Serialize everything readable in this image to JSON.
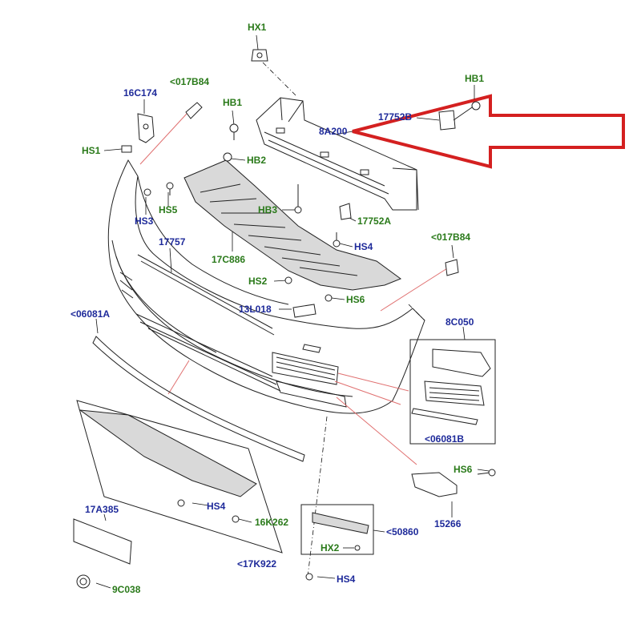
{
  "labels": {
    "hx1": "HX1",
    "hb1_right": "HB1",
    "p_16c174": "16C174",
    "p_017b84_top": "<017B84",
    "hb1_left": "HB1",
    "p_17752b": "17752B",
    "p_8a200": "8A200",
    "hs1": "HS1",
    "hb2": "HB2",
    "hs5": "HS5",
    "hs3": "HS3",
    "hb3": "HB3",
    "p_17752a": "17752A",
    "hs4_mid": "HS4",
    "p_017b84_right": "<017B84",
    "p_17757": "17757",
    "p_17c886": "17C886",
    "hs2": "HS2",
    "hs6_mid": "HS6",
    "p_13l018": "13L018",
    "p_06081a": "<06081A",
    "p_8c050": "8C050",
    "p_06081b": "<06081B",
    "hs6_right": "HS6",
    "p_15266": "15266",
    "p_17a385": "17A385",
    "hs4_low": "HS4",
    "p_16k262": "16K262",
    "p_50860": "<50860",
    "hx2": "HX2",
    "p_17k922": "<17K922",
    "hs4_bottom": "HS4",
    "p_9c038": "9C038"
  },
  "colors": {
    "part_number_text": "#1e2a9a",
    "fixing_text": "#2a7a1a",
    "highlight_arrow": "#d42020",
    "line_art": "#222222"
  }
}
